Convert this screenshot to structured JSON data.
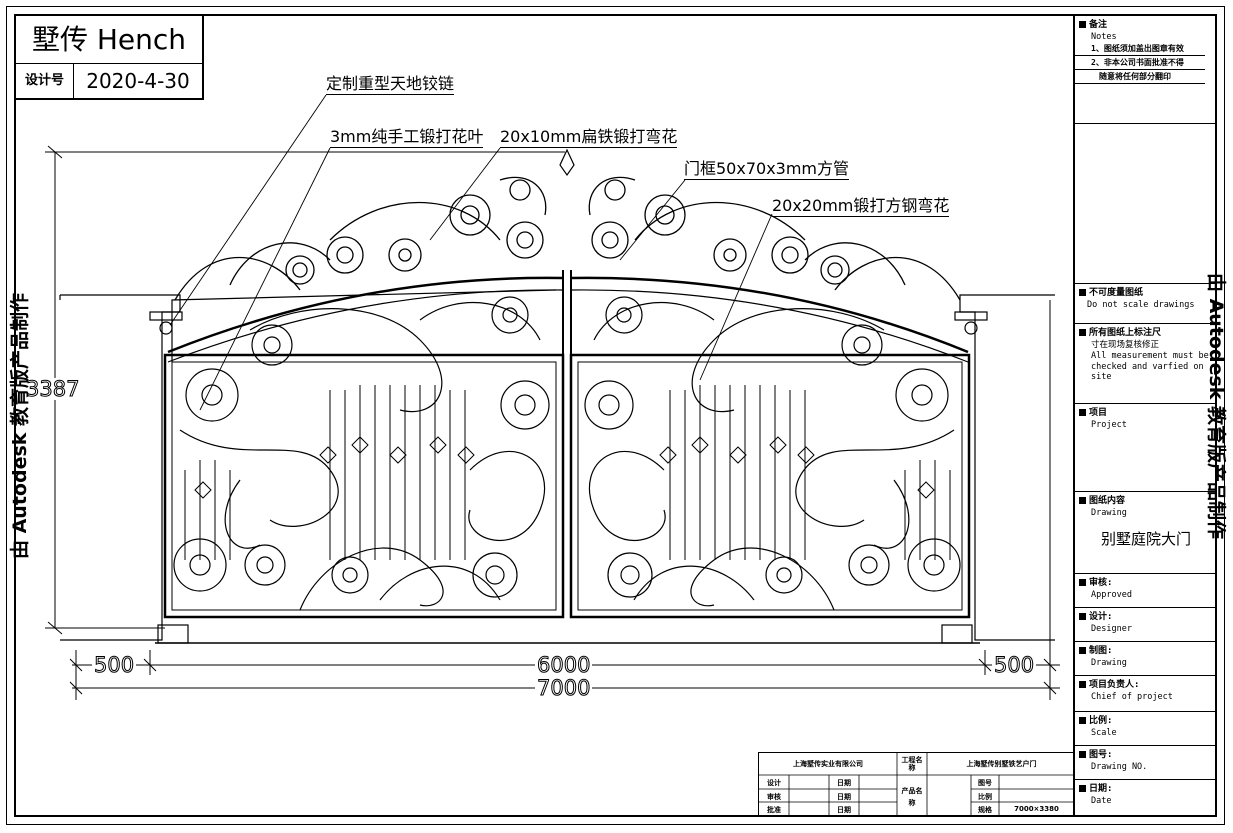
{
  "brand": {
    "title": "墅传 Hench",
    "label": "设计号",
    "value": "2020-4-30"
  },
  "callouts": {
    "c1": "定制重型天地铰链",
    "c2": "3mm纯手工锻打花叶",
    "c3": "20x10mm扁铁锻打弯花",
    "c4": "门框50x70x3mm方管",
    "c5": "20x20mm锻打方钢弯花"
  },
  "dimensions": {
    "height": "3387",
    "left_margin": "500",
    "width": "6000",
    "right_margin": "500",
    "total": "7000"
  },
  "watermark": {
    "left": "由 Autodesk 教育版产品制作",
    "right": "由 Autodesk 教育版产品制作"
  },
  "title_block": {
    "notes_cn": "备注",
    "notes_en": "Notes",
    "note1": "1、图纸须加盖出图章有效",
    "note2": "2、非本公司书面批准不得",
    "note3": "随意将任何部分翻印",
    "noscale_cn": "不可度量图纸",
    "noscale_en": "Do not scale drawings",
    "measure_cn": "所有图纸上标注尺",
    "measure_cn2": "寸在现场复核修正",
    "measure_en": "All measurement must be",
    "measure_en2": "checked and varfied on site",
    "project_cn": "项目",
    "project_en": "Project",
    "drawing_cn": "图纸内容",
    "drawing_en": "Drawing",
    "drawing_value": "别墅庭院大门",
    "approved_cn": "审核:",
    "approved_en": "Approved",
    "designer_cn": "设计:",
    "designer_en": "Designer",
    "drawn_cn": "制图:",
    "drawn_en": "Drawing",
    "chief_cn": "项目负责人:",
    "chief_en": "Chief of project",
    "scale_cn": "比例:",
    "scale_en": "Scale",
    "dwgno_cn": "图号:",
    "dwgno_en": "Drawing NO.",
    "date_cn": "日期:",
    "date_en": "Date"
  },
  "bottom_table": {
    "company": "上海墅传实业有限公司",
    "project_label": "工程名称",
    "project_name": "上海墅传别墅铁艺户门",
    "design": "设计",
    "check": "审核",
    "approve": "批准",
    "date1": "日期",
    "date2": "日期",
    "date3": "日期",
    "product_label": "产品名称",
    "no": "图号",
    "ratio": "比例",
    "size_label": "规格",
    "size_value": "7000×3380"
  }
}
